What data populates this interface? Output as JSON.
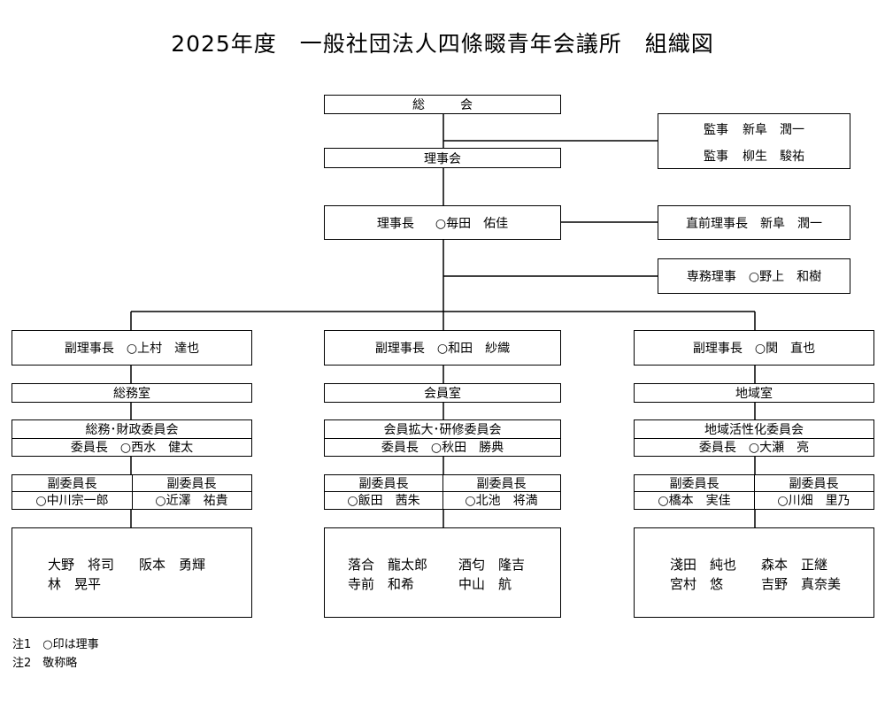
{
  "title": "2025年度　一般社団法人四條畷青年会議所　組織図",
  "top": {
    "general_assembly": [
      "総",
      "会"
    ],
    "board": "理事会",
    "president": {
      "role": "理事長",
      "name": "○毎田　佑佳"
    },
    "auditors": [
      {
        "role": "監事",
        "name": "新阜　潤一"
      },
      {
        "role": "監事",
        "name": "柳生　駿祐"
      }
    ],
    "past_president": "直前理事長　新阜　潤一",
    "executive_director": "専務理事　○野上　和樹"
  },
  "divisions": [
    {
      "vice_president": "副理事長　○上村　達也",
      "office": "総務室",
      "committee": "総務･財政委員会",
      "chair": "委員長　○西水　健太",
      "vice_chairs": [
        {
          "label": "副委員長",
          "name": "○中川宗一郎"
        },
        {
          "label": "副委員長",
          "name": "○近澤　祐貴"
        }
      ],
      "members": [
        "大野　将司",
        "阪本　勇輝",
        "林　晃平"
      ]
    },
    {
      "vice_president": "副理事長　○和田　紗織",
      "office": "会員室",
      "committee": "会員拡大･研修委員会",
      "chair": "委員長　○秋田　勝典",
      "vice_chairs": [
        {
          "label": "副委員長",
          "name": "○飯田　茜朱"
        },
        {
          "label": "副委員長",
          "name": "○北池　将満"
        }
      ],
      "members": [
        "落合　龍太郎",
        "酒匂　隆吉",
        "寺前　和希",
        "中山　航"
      ]
    },
    {
      "vice_president": "副理事長　○関　直也",
      "office": "地域室",
      "committee": "地域活性化委員会",
      "chair": "委員長　○大瀬　亮",
      "vice_chairs": [
        {
          "label": "副委員長",
          "name": "○橋本　実佳"
        },
        {
          "label": "副委員長",
          "name": "○川畑　里乃"
        }
      ],
      "members": [
        "淺田　純也",
        "森本　正継",
        "宮村　悠",
        "吉野　真奈美"
      ]
    }
  ],
  "notes": [
    "注1　○印は理事",
    "注2　敬称略"
  ]
}
